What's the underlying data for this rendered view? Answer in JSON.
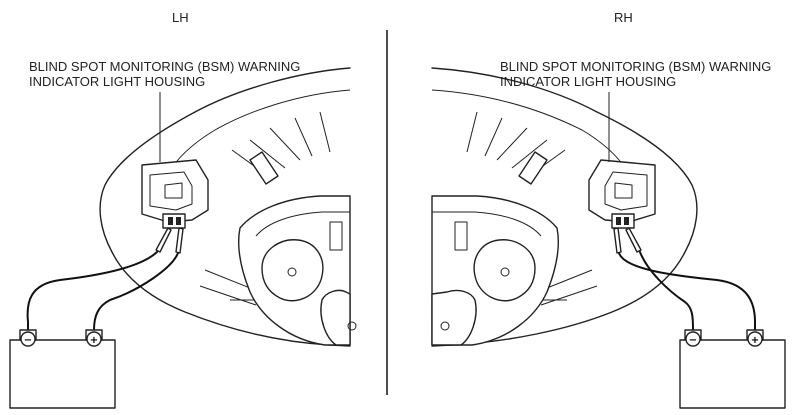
{
  "left": {
    "side_label": "LH",
    "callout_line1": "BLIND SPOT MONITORING (BSM) WARNING",
    "callout_line2": "INDICATOR LIGHT HOUSING"
  },
  "right": {
    "side_label": "RH",
    "callout_line1": "BLIND SPOT MONITORING (BSM) WARNING",
    "callout_line2": "INDICATOR LIGHT HOUSING"
  },
  "battery": {
    "negative_symbol": "−",
    "positive_symbol": "+"
  }
}
